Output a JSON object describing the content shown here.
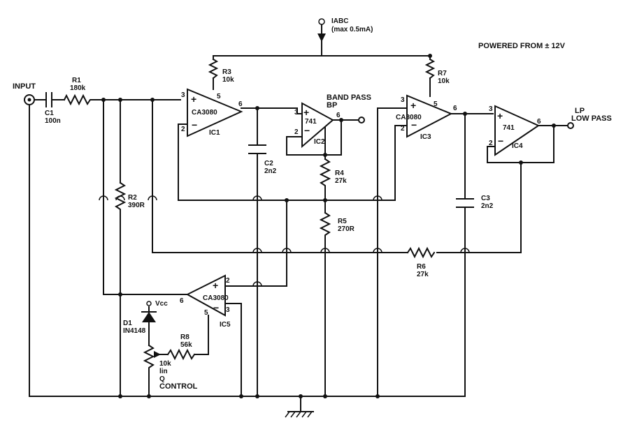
{
  "notes": {
    "powered": "POWERED FROM ± 12V",
    "iabc": "IABC",
    "iabc_max": "(max 0.5mA)"
  },
  "io": {
    "input": "INPUT",
    "bp_label": "BAND PASS",
    "bp_short": "BP",
    "lp_short": "LP",
    "lp_label": "LOW PASS",
    "vcc": "Vcc",
    "q_control": "CONTROL",
    "q_letter": "Q"
  },
  "components": {
    "r1": {
      "ref": "R1",
      "value": "180k"
    },
    "c1": {
      "ref": "C1",
      "value": "100n"
    },
    "r2": {
      "ref": "R2",
      "value": "390R"
    },
    "r3": {
      "ref": "R3",
      "value": "10k"
    },
    "r4": {
      "ref": "R4",
      "value": "27k"
    },
    "r5": {
      "ref": "R5",
      "value": "270R"
    },
    "r6": {
      "ref": "R6",
      "value": "27k"
    },
    "r7": {
      "ref": "R7",
      "value": "10k"
    },
    "r8": {
      "ref": "R8",
      "value": "56k"
    },
    "c2": {
      "ref": "C2",
      "value": "2n2"
    },
    "c3": {
      "ref": "C3",
      "value": "2n2"
    },
    "d1": {
      "ref": "D1",
      "value": "IN4148"
    },
    "pot": {
      "value": "10k",
      "taper": "lin"
    },
    "ic1": {
      "ref": "IC1",
      "part": "CA3080"
    },
    "ic2": {
      "ref": "IC2",
      "part": "741"
    },
    "ic3": {
      "ref": "IC3",
      "part": "CA3080"
    },
    "ic4": {
      "ref": "IC4",
      "part": "741"
    },
    "ic5": {
      "ref": "IC5",
      "part": "CA3080"
    }
  },
  "pins": {
    "p2": "2",
    "p3": "3",
    "p5": "5",
    "p6": "6",
    "plus": "+",
    "minus": "−"
  }
}
